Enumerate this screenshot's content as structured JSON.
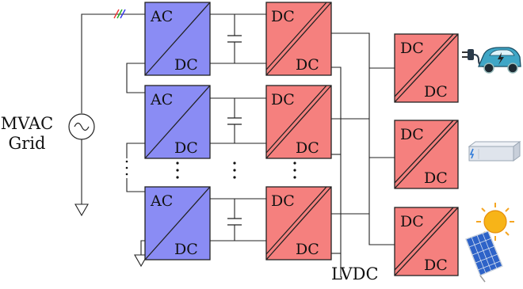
{
  "grid": {
    "line1": "MVAC",
    "line2": "Grid"
  },
  "ac_dc": {
    "top": "AC",
    "bottom": "DC"
  },
  "dc_dc": {
    "top": "DC",
    "bottom": "DC"
  },
  "bus_label": "LVDC",
  "loads": [
    "ev-charger-icon",
    "battery-storage-icon",
    "solar-panel-icon"
  ],
  "colors": {
    "ac_dc_fill": "#8a8cf4",
    "dc_dc_fill": "#f5807e",
    "line": "#222222"
  }
}
